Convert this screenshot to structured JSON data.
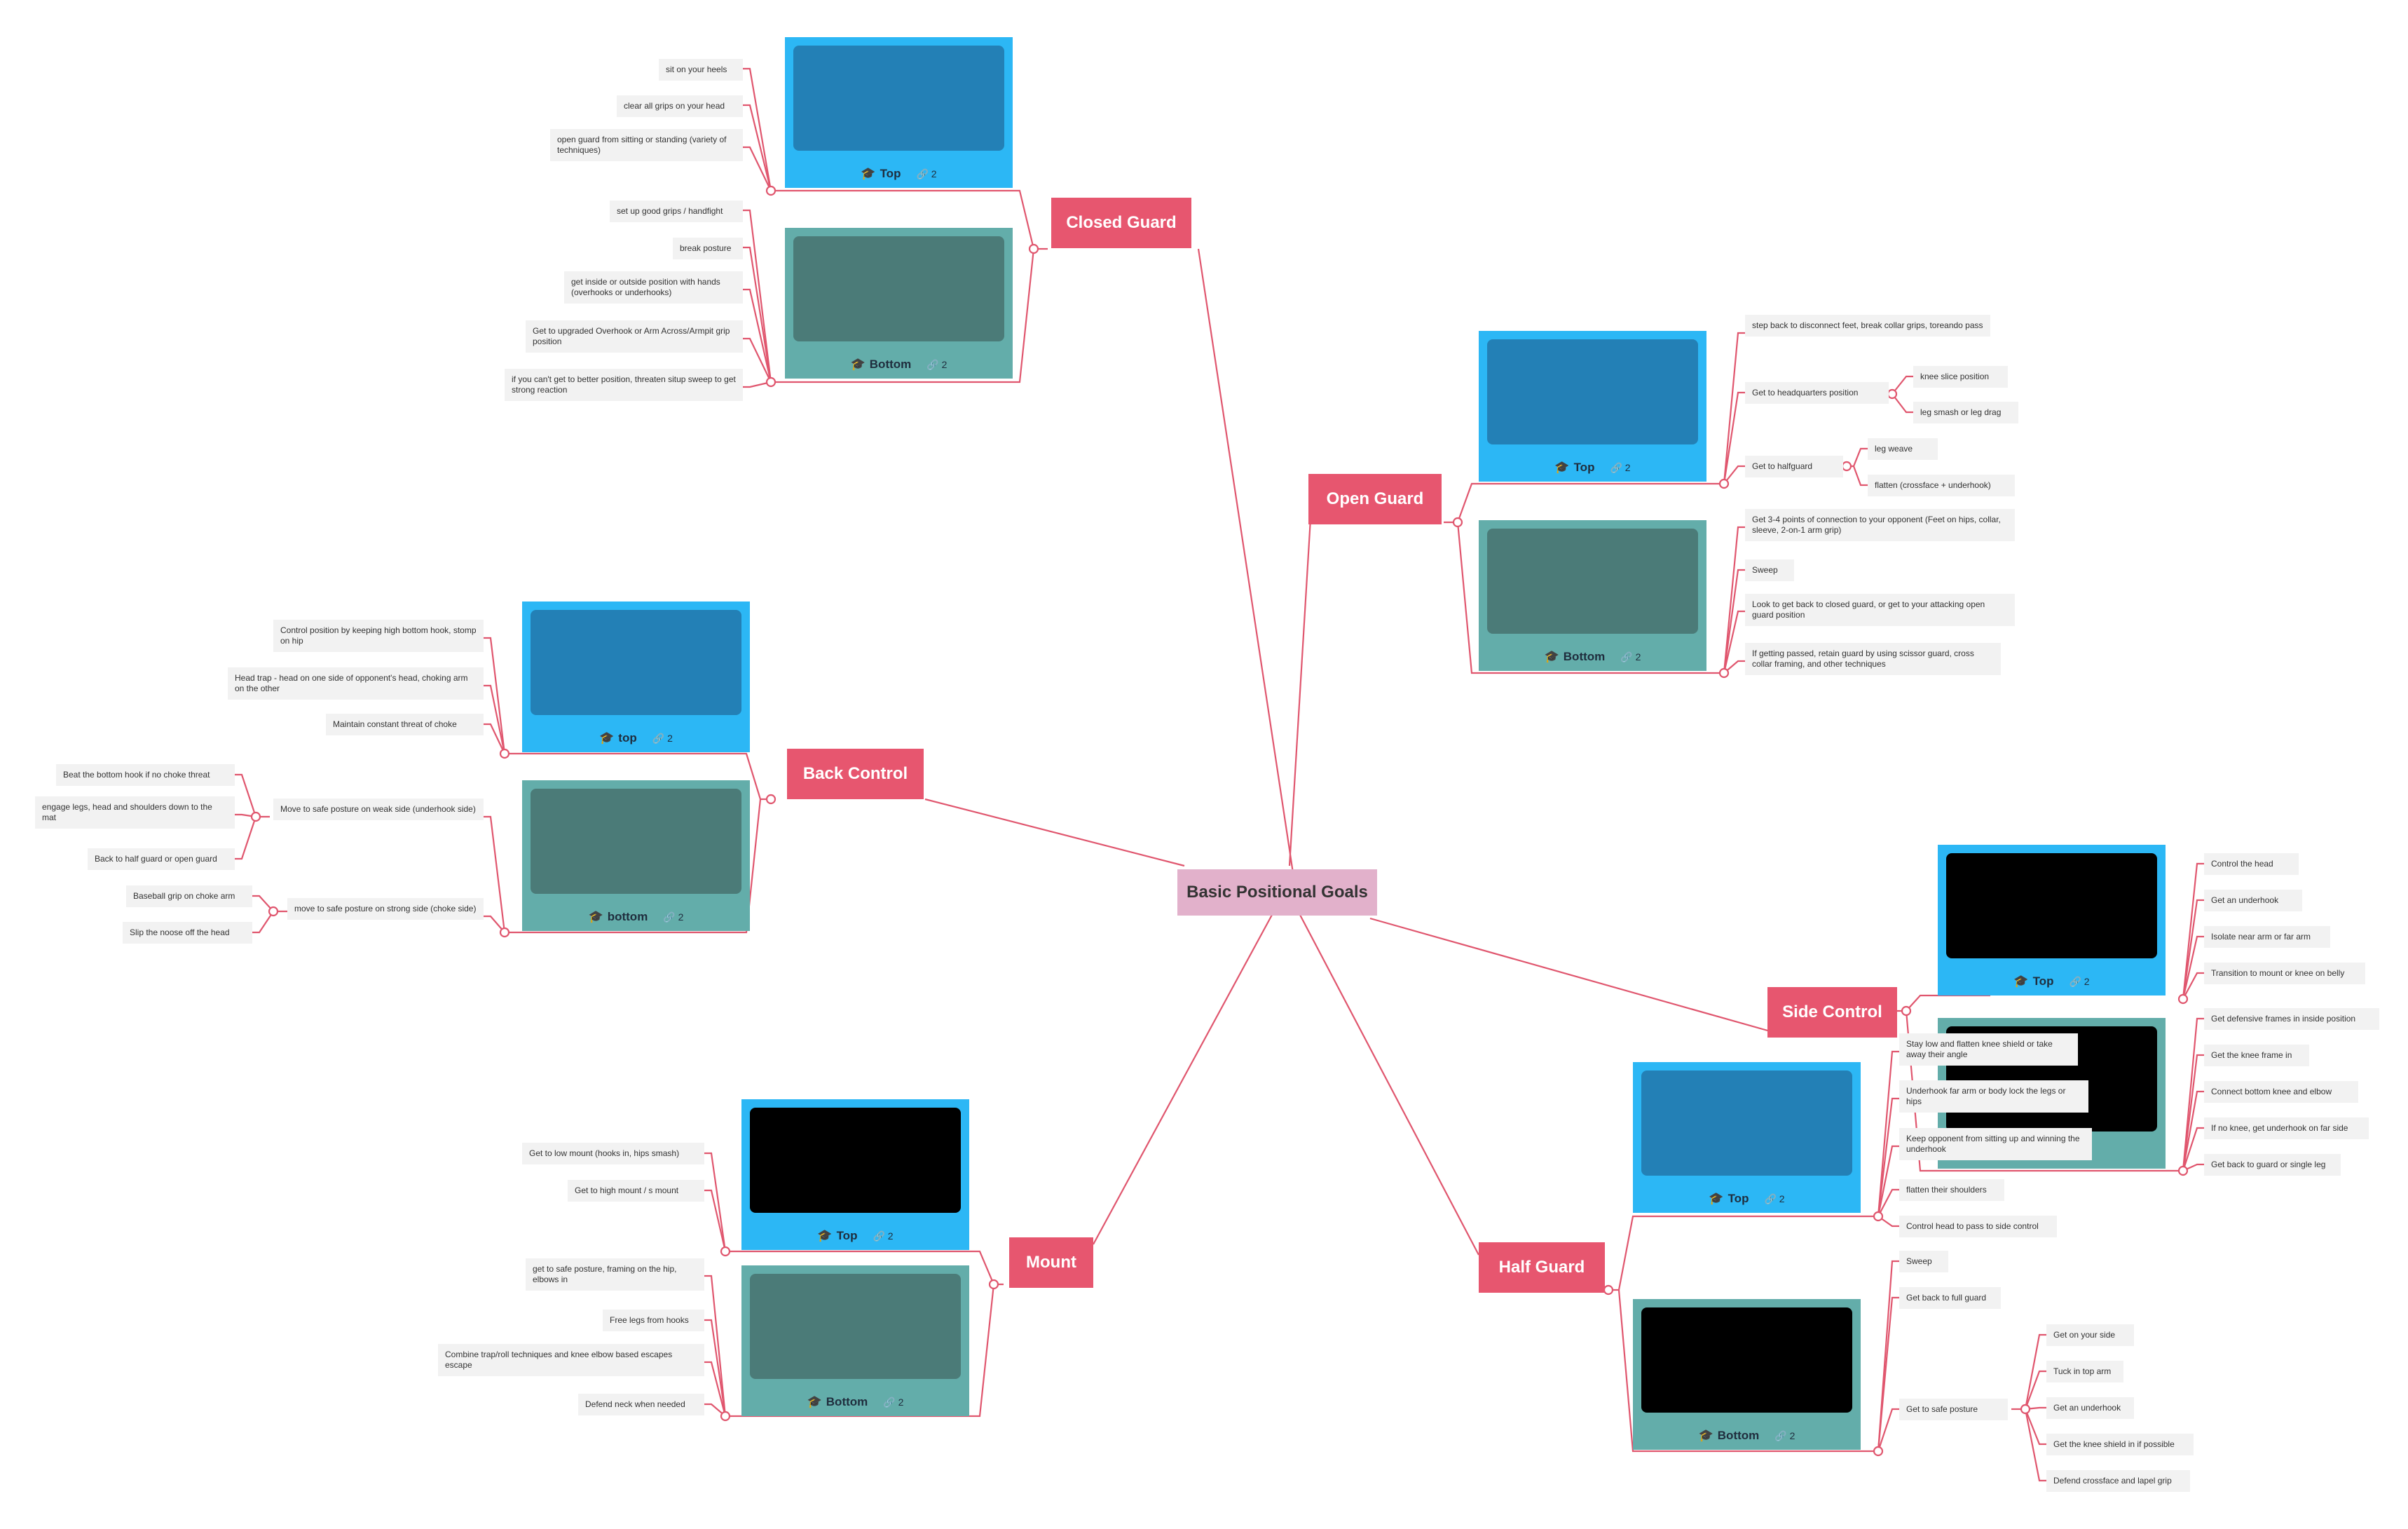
{
  "root": {
    "label": "Basic Positional Goals"
  },
  "colors": {
    "line": "#e0566e",
    "main": "#e7566f",
    "root": "#e2b1cb",
    "top_card": "#2cb7f5",
    "top_inner": "#2380b6",
    "bottom_card": "#63adaa",
    "bottom_inner": "#4b7b78",
    "dark_inner": "#000000",
    "leaf_bg": "#f2f2f2"
  },
  "icon": "graduation-cap-icon",
  "link_icon": "link-icon",
  "branches": {
    "closed_guard": {
      "label": "Closed Guard",
      "top": {
        "label": "Top",
        "count": "2",
        "items": [
          "sit on your heels",
          "clear all grips on your head",
          "open guard from sitting or standing (variety of techniques)"
        ]
      },
      "bottom": {
        "label": "Bottom",
        "count": "2",
        "items": [
          "set up good grips / handfight",
          "break posture",
          "get inside or outside position with hands (overhooks or underhooks)",
          "Get to upgraded Overhook or Arm Across/Armpit grip position",
          "if you can't get to better position, threaten situp sweep to get strong reaction"
        ]
      }
    },
    "open_guard": {
      "label": "Open Guard",
      "top": {
        "label": "Top",
        "count": "2",
        "items": [
          "step back to disconnect feet, break collar grips, toreando pass",
          "Get to headquarters position",
          "Get to halfguard"
        ],
        "hq_sub": [
          "knee slice position",
          "leg smash or leg drag"
        ],
        "halfguard_sub": [
          "leg weave",
          "flatten (crossface + underhook)"
        ]
      },
      "bottom": {
        "label": "Bottom",
        "count": "2",
        "items": [
          "Get 3-4 points of connection to your opponent (Feet on hips, collar, sleeve, 2-on-1 arm grip)",
          "Sweep",
          "Look to get back to closed guard, or get to your attacking open guard position",
          "If getting passed, retain guard by using scissor guard, cross collar framing, and other techniques"
        ]
      }
    },
    "back_control": {
      "label": "Back Control",
      "top": {
        "label": "top",
        "count": "2",
        "items": [
          "Control position by keeping high bottom hook, stomp on hip",
          "Head trap - head on one side of opponent's head, choking arm on the other",
          "Maintain constant threat of choke"
        ]
      },
      "bottom": {
        "label": "bottom",
        "count": "2",
        "items": [
          "Move to safe posture on weak side (underhook side)",
          "move to safe posture on strong side (choke side)"
        ],
        "weak_sub": [
          "Beat the bottom hook if no choke threat",
          "engage legs, head and shoulders down to the mat",
          "Back to half guard or open guard"
        ],
        "strong_sub": [
          "Baseball grip on choke arm",
          "Slip the noose off the head"
        ]
      }
    },
    "side_control": {
      "label": "Side Control",
      "top": {
        "label": "Top",
        "count": "2",
        "items": [
          "Control the head",
          "Get an underhook",
          "Isolate near arm or far arm",
          "Transition to mount or knee on belly"
        ]
      },
      "bottom": {
        "items": [
          "Get defensive frames in inside position",
          "Get the knee frame in",
          "Connect bottom knee and elbow",
          "If no knee, get underhook on far side",
          "Get back to guard or single leg"
        ]
      }
    },
    "half_guard": {
      "label": "Half Guard",
      "top": {
        "label": "Top",
        "count": "2",
        "items": [
          "Stay low and flatten knee shield or take away their angle",
          "Underhook far arm or body lock the legs or hips",
          "Keep opponent from sitting up and winning the underhook",
          "flatten their shoulders",
          "Control head to pass to side control"
        ]
      },
      "bottom": {
        "label": "Bottom",
        "count": "2",
        "items": [
          "Sweep",
          "Get back to full guard",
          "Get to safe posture"
        ],
        "safe_sub": [
          "Get on your side",
          "Tuck in top arm",
          "Get an underhook",
          "Get the knee shield in if possible",
          "Defend crossface and lapel grip"
        ]
      }
    },
    "mount": {
      "label": "Mount",
      "top": {
        "label": "Top",
        "count": "2",
        "items": [
          "Get to low mount (hooks in, hips smash)",
          "Get to high mount / s mount"
        ]
      },
      "bottom": {
        "label": "Bottom",
        "count": "2",
        "items": [
          "get to safe posture, framing on the hip, elbows in",
          "Free legs from hooks",
          "Combine trap/roll techniques and knee elbow based escapes escape",
          "Defend neck when needed"
        ]
      }
    }
  }
}
